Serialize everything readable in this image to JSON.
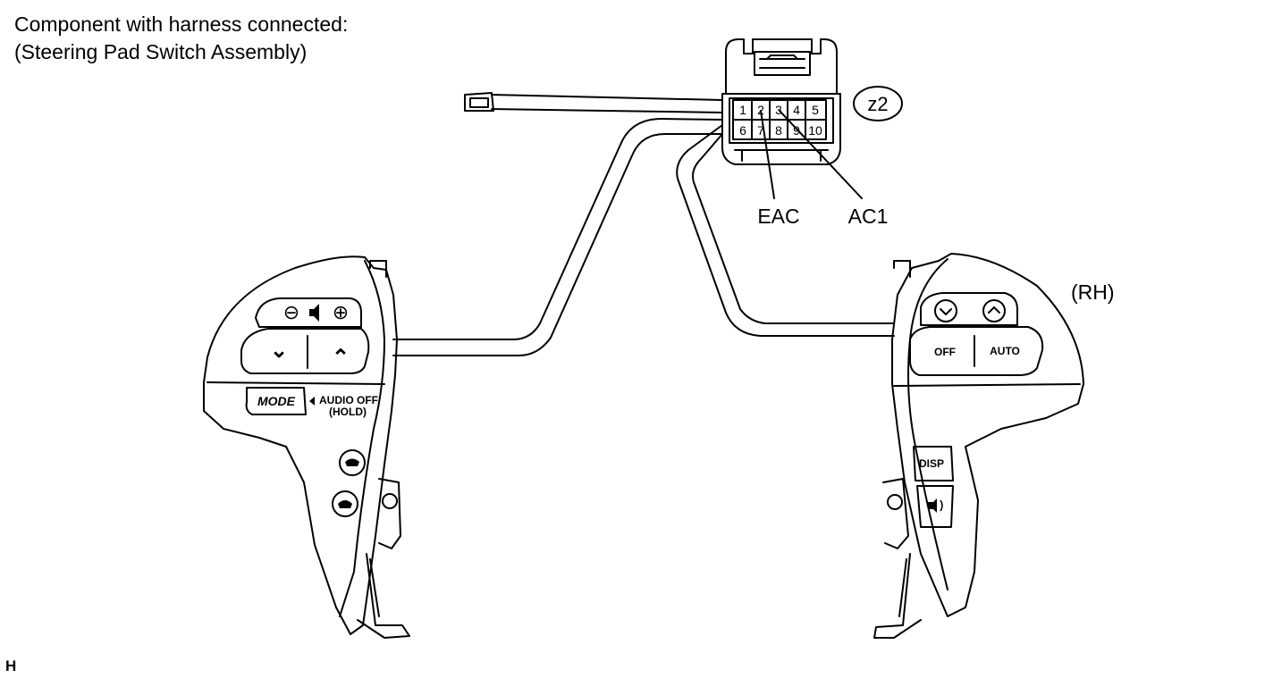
{
  "heading": {
    "line1": "Component with harness connected:",
    "line2": "(Steering Pad Switch Assembly)"
  },
  "connector": {
    "code": "z2",
    "pins_top": [
      "1",
      "2",
      "3",
      "4",
      "5"
    ],
    "pins_bottom": [
      "6",
      "7",
      "8",
      "9",
      "10"
    ],
    "callouts": [
      "EAC",
      "AC1"
    ]
  },
  "left_switch": {
    "buttons": {
      "vol_minus": "⊖",
      "vol_plus": "⊕",
      "down": "⌄",
      "up": "⌃",
      "mode": "MODE"
    },
    "note_line1": "AUDIO OFF",
    "note_line2": "(HOLD)"
  },
  "right_switch": {
    "side_label": "(RH)",
    "buttons": {
      "off": "OFF",
      "auto": "AUTO",
      "disp": "DISP"
    }
  },
  "corner_mark": "H"
}
